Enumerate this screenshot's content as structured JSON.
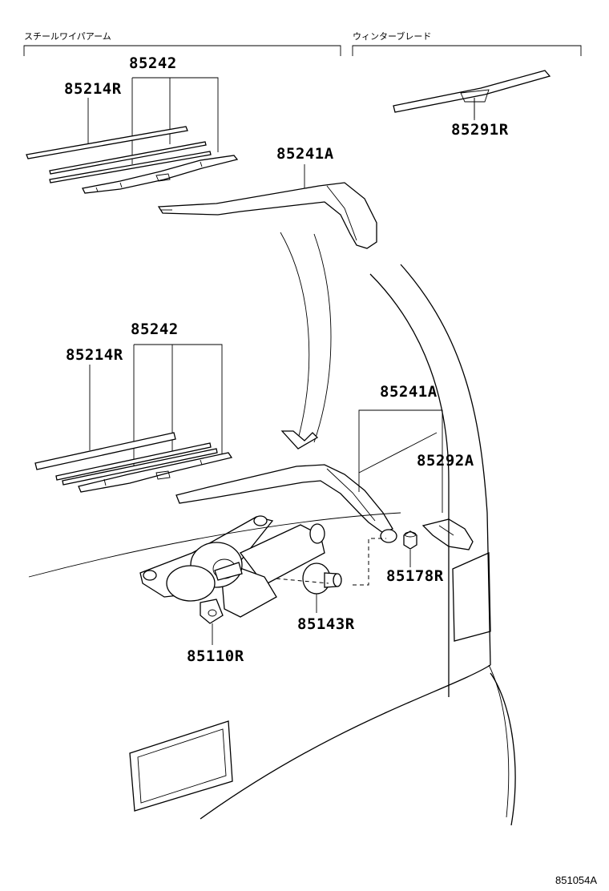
{
  "headers": {
    "left": "スチールワイパアーム",
    "right": "ウィンターブレード"
  },
  "labels": {
    "top_blade_assy": "85242",
    "top_rubber": "85214R",
    "winter_blade": "85291R",
    "top_arm": "85241A",
    "mid_blade_assy": "85242",
    "mid_rubber": "85214R",
    "mid_arm": "85241A",
    "cap": "85292A",
    "nut": "85178R",
    "pivot": "85143R",
    "motor": "85110R"
  },
  "catalog_code": "851054A"
}
